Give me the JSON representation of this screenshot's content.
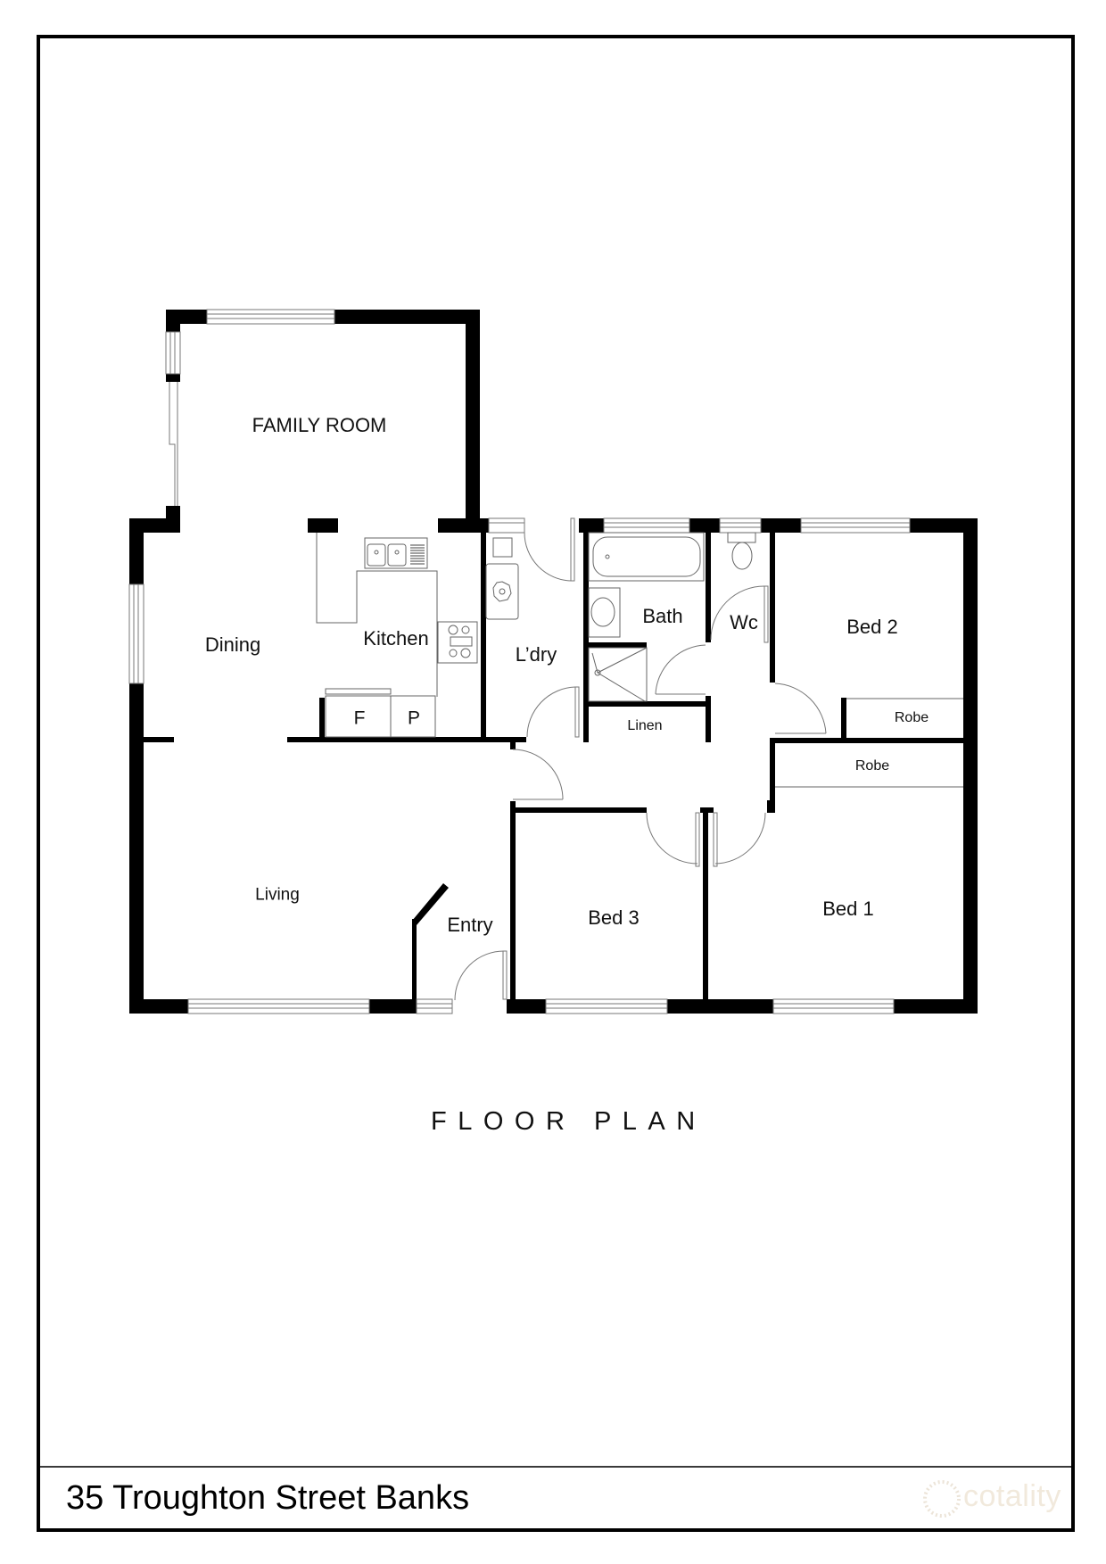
{
  "document": {
    "title": "FLOOR PLAN",
    "address": "35 Troughton Street Banks",
    "watermark": "cotality"
  },
  "rooms": {
    "family_room": "FAMILY ROOM",
    "dining": "Dining",
    "kitchen": "Kitchen",
    "fridge": "F",
    "pantry": "P",
    "laundry": "L’dry",
    "bath": "Bath",
    "wc": "Wc",
    "linen": "Linen",
    "bed2": "Bed 2",
    "robe_bed2": "Robe",
    "robe_bed1": "Robe",
    "living": "Living",
    "entry": "Entry",
    "bed3": "Bed 3",
    "bed1": "Bed 1"
  },
  "colors": {
    "wall": "#000000",
    "fixture_line": "#6e6e6e",
    "watermark": "#f1e9dc"
  }
}
